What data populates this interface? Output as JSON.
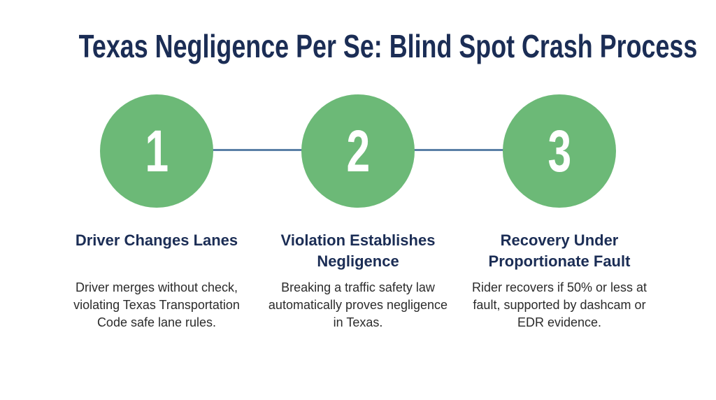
{
  "title": "Texas Negligence Per Se: Blind Spot Crash Process",
  "colors": {
    "title": "#1b2d55",
    "circle": "#6cb977",
    "connector": "#5a80a6",
    "body_text": "#2b2b2b"
  },
  "steps": [
    {
      "number": "1",
      "title": "Driver Changes Lanes",
      "description": "Driver merges without check, violating Texas Transportation Code safe lane rules."
    },
    {
      "number": "2",
      "title": "Violation Establishes Negligence",
      "description": "Breaking a traffic safety law automatically proves negligence in Texas."
    },
    {
      "number": "3",
      "title": "Recovery Under Proportionate Fault",
      "description": "Rider recovers if 50% or less at fault, supported by dashcam or EDR evidence."
    }
  ]
}
